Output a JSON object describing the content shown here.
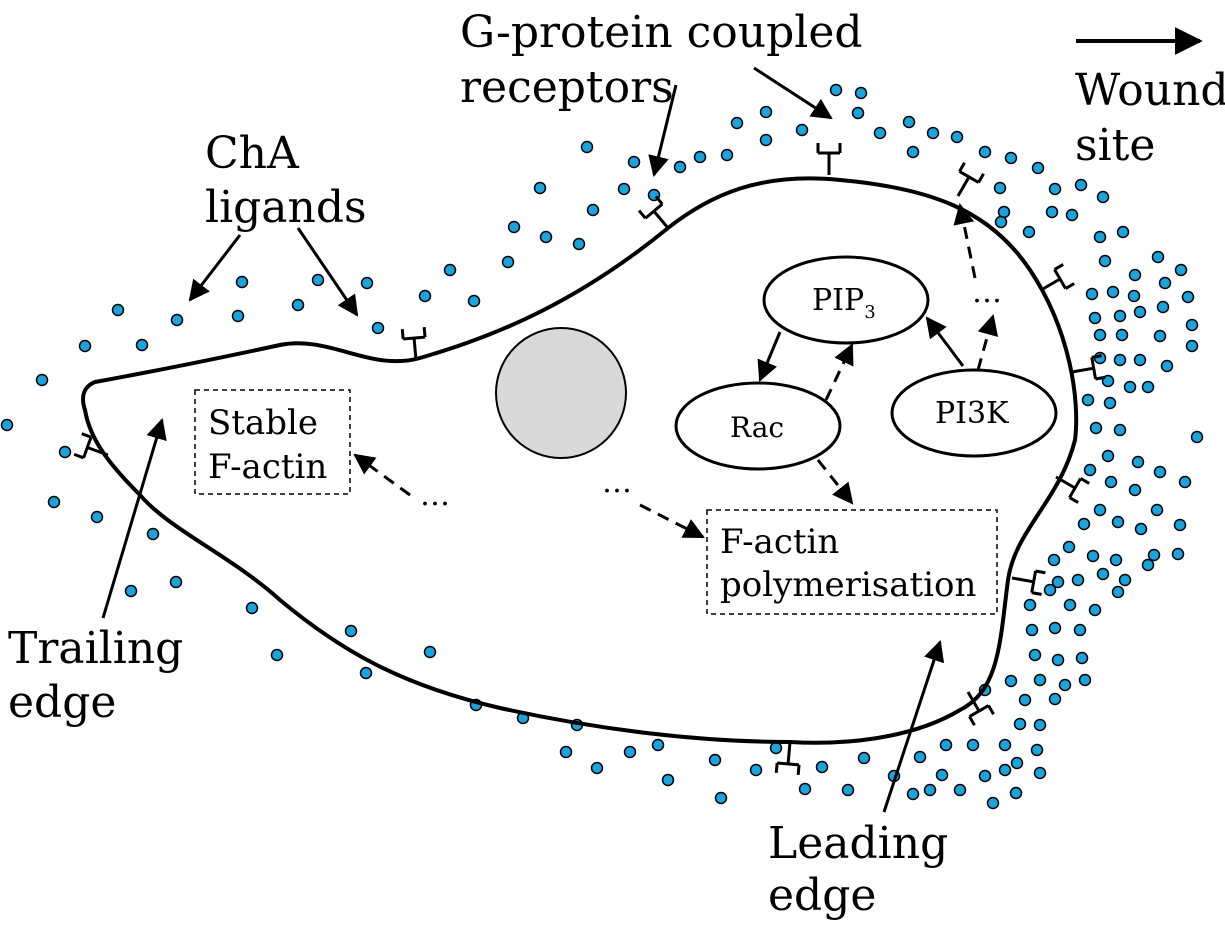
{
  "labels": {
    "gpcr_line1": "G-protein coupled",
    "gpcr_line2": "receptors",
    "wound_line1": "Wound",
    "wound_line2": "site",
    "cha_line1": "ChA",
    "cha_line2": "ligands",
    "trailing_line1": "Trailing",
    "trailing_line2": "edge",
    "leading_line1": "Leading",
    "leading_line2": "edge",
    "stable_line1": "Stable",
    "stable_line2": "F-actin",
    "factin_line1": "F-actin",
    "factin_line2": "polymerisation",
    "pip3_base": "PIP",
    "pip3_sub": "3",
    "rac": "Rac",
    "pi3k": "PI3K",
    "ellipsis": "…"
  },
  "colors": {
    "ligand_fill": "#1aa3dc",
    "ligand_stroke": "#000000",
    "nucleus_fill": "#d9d9d9",
    "line": "#000000"
  }
}
